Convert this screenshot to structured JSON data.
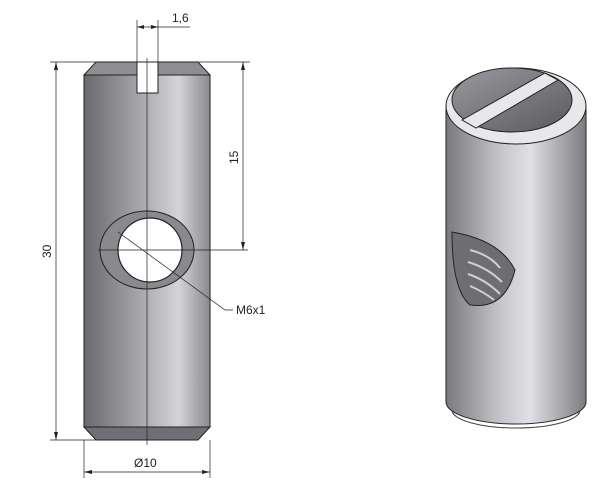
{
  "drawing": {
    "dimensions": {
      "slot_width": "1,6",
      "overall_length": "30",
      "hole_position": "15",
      "diameter": "Ø10",
      "thread": "M6x1"
    }
  }
}
